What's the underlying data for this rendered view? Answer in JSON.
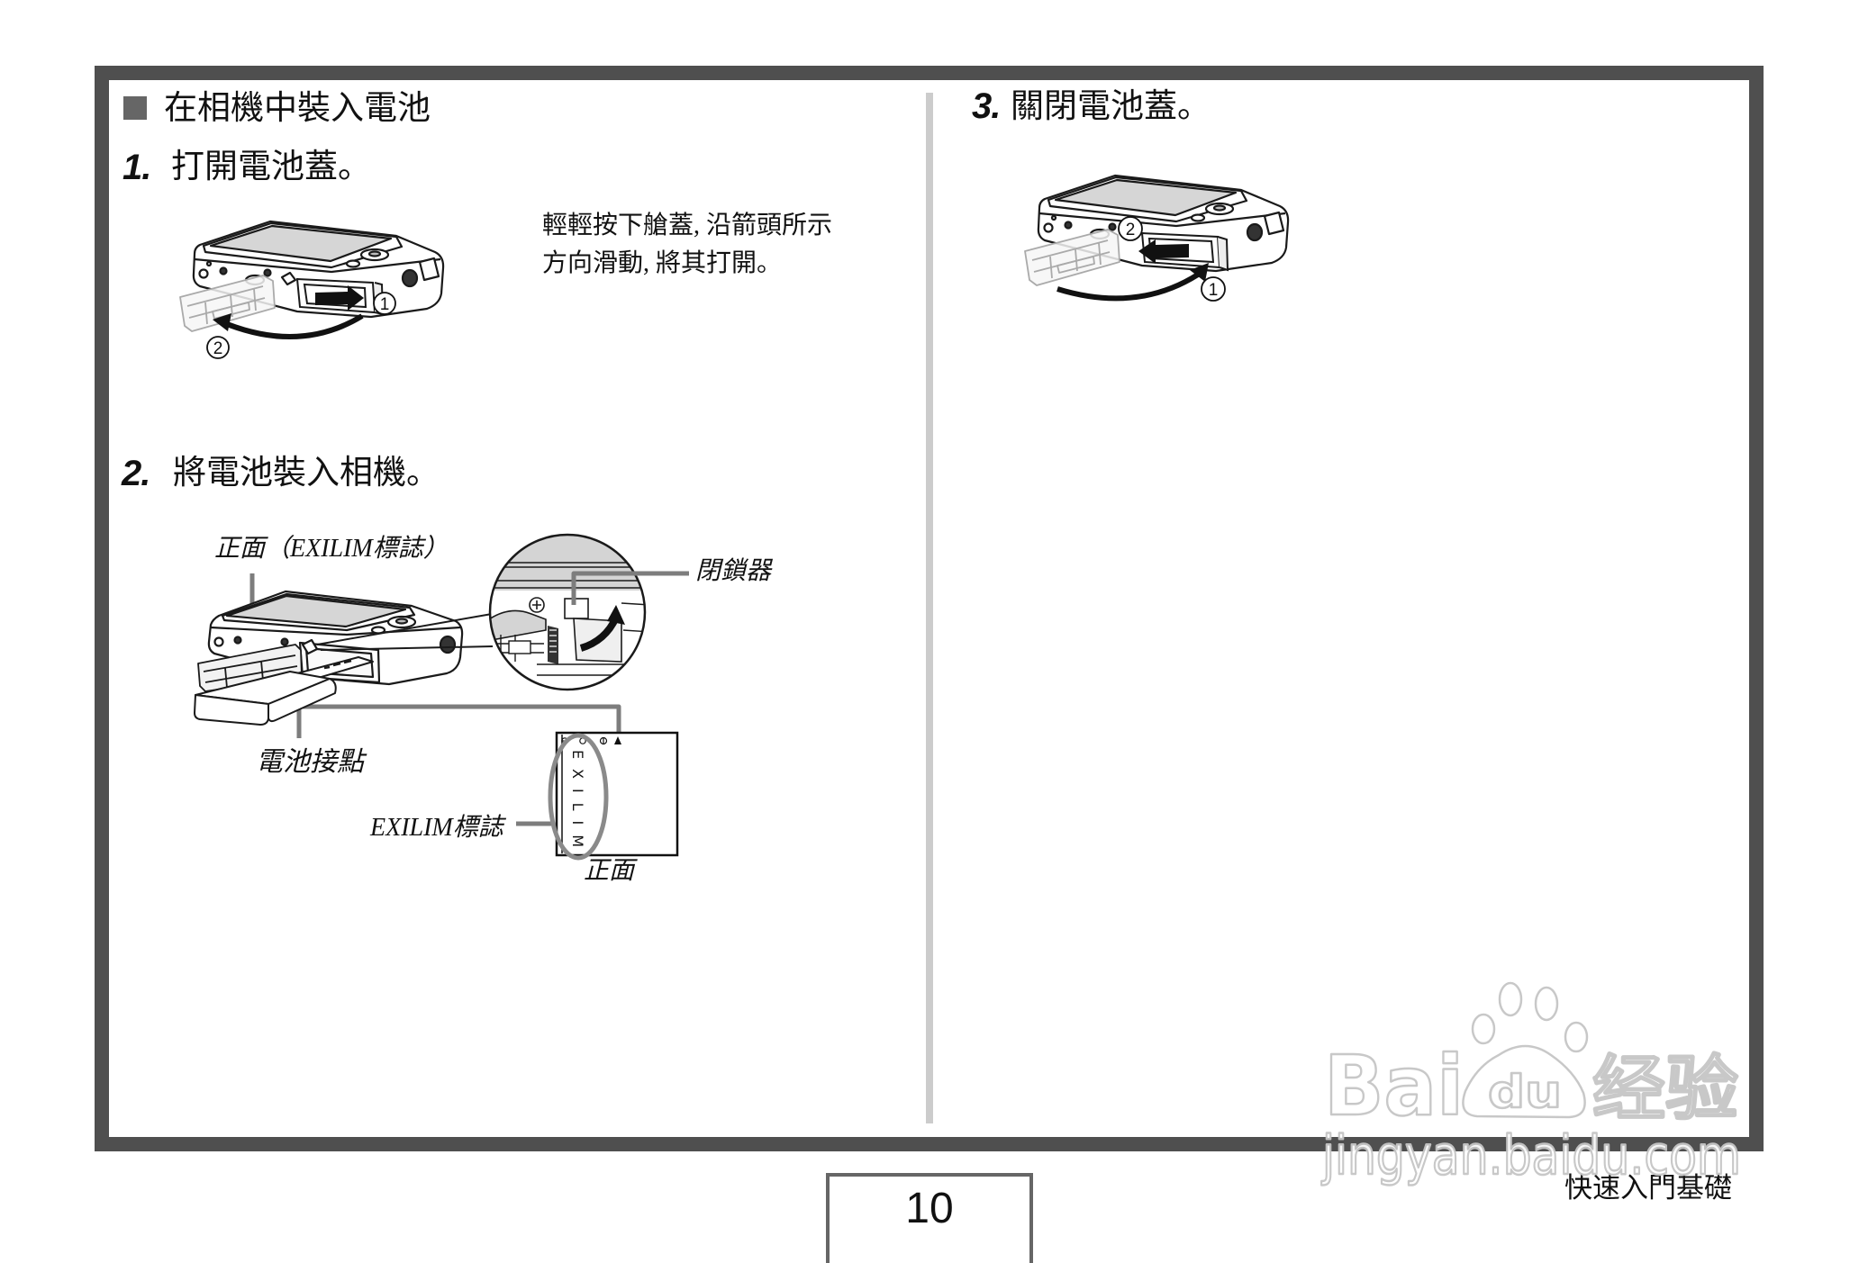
{
  "colors": {
    "frame": "#4f4f4f",
    "divider": "#cccccc",
    "callout": "#7d7d7d",
    "bullet": "#666666",
    "ink": "#111111",
    "page-box": "#666666"
  },
  "section": {
    "title": "在相機中裝入電池"
  },
  "steps": [
    {
      "number": "1.",
      "title": "打開電池蓋。",
      "description_lines": [
        "輕輕按下艙蓋, 沿箭頭所示",
        "方向滑動, 將其打開。"
      ],
      "illustration": {
        "marker_a": "1",
        "marker_b": "2"
      }
    },
    {
      "number": "2.",
      "title": "將電池裝入相機。",
      "illustration": {
        "label_front_logo": "正面（EXILIM標誌）",
        "label_latch": "閉鎖器",
        "label_contacts": "電池接點",
        "label_logo": "EXILIM標誌",
        "label_front": "正面",
        "battery_logo": "EXILIM",
        "battery_marks": [
          "minus-terminal-icon",
          "terminal-icon",
          "plus-terminal-icon",
          "insert-direction-triangle-icon"
        ]
      }
    },
    {
      "number": "3.",
      "title": "關閉電池蓋。",
      "illustration": {
        "marker_a": "2",
        "marker_b": "1"
      }
    }
  ],
  "footer": {
    "page_number": "10",
    "section_name": "快速入門基礎"
  },
  "watermark": {
    "brand_left": "Bai",
    "brand_paw": "du",
    "brand_cn": "经验",
    "url": "jingyan.baidu.com"
  }
}
